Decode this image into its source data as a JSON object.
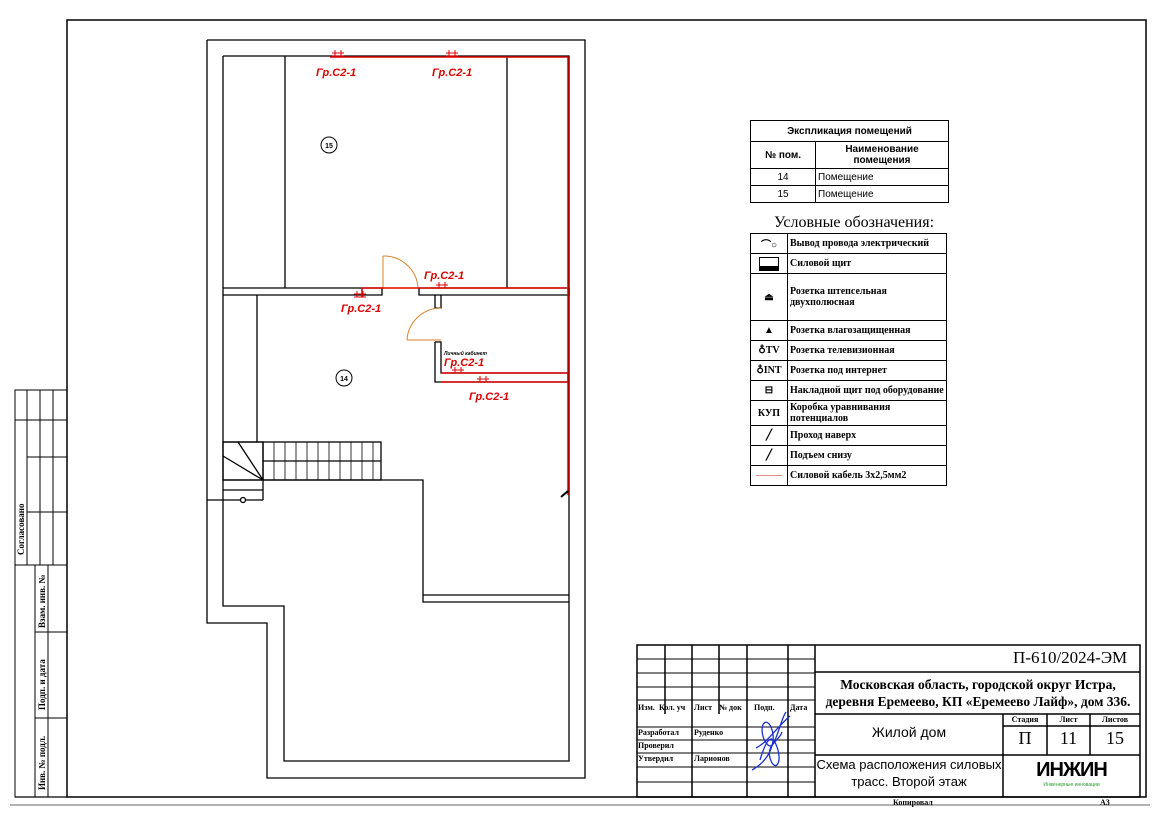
{
  "plan": {
    "group_label": "Гр.С2-1",
    "rooms": [
      {
        "number": "15"
      },
      {
        "number": "14"
      }
    ],
    "small_label": "Личный кабинет"
  },
  "explication": {
    "title": "Экспликация помещений",
    "col_number": "№ пом.",
    "col_name": "Наименование помещения",
    "rows": [
      {
        "number": "14",
        "name": "Помещение"
      },
      {
        "number": "15",
        "name": "Помещение"
      }
    ]
  },
  "legend": {
    "title": "Условные обозначения:",
    "items": [
      {
        "icon": "wire-outlet-icon",
        "symbol": "⌒○",
        "label": "Вывод провода электрический"
      },
      {
        "icon": "power-panel-icon",
        "symbol": "▬",
        "label": "Силовой щит"
      },
      {
        "icon": "socket-icon",
        "symbol": "⏏",
        "label": "Розетка штепсельная двухполюсная"
      },
      {
        "icon": "waterproof-socket-icon",
        "symbol": "▲",
        "label": "Розетка влагозащищенная"
      },
      {
        "icon": "tv-socket-icon",
        "symbol": "♁TV",
        "label": "Розетка телевизионная"
      },
      {
        "icon": "internet-socket-icon",
        "symbol": "♁INT",
        "label": "Розетка под интернет"
      },
      {
        "icon": "surface-panel-icon",
        "symbol": "⊟",
        "label": "Накладной щит под оборудование"
      },
      {
        "icon": "potential-box-icon",
        "symbol": "КУП",
        "label": "Коробка уравнивания потенциалов"
      },
      {
        "icon": "pass-up-icon",
        "symbol": "╱",
        "label": "Проход наверх"
      },
      {
        "icon": "rise-from-below-icon",
        "symbol": "╱",
        "label": "Подъем снизу"
      },
      {
        "icon": "power-cable-icon",
        "symbol": "",
        "label": "Силовой кабель 3х2,5мм2"
      }
    ]
  },
  "title_block": {
    "code": "П-610/2024-ЭМ",
    "address": "Московская область, городской округ Истра, деревня Еремеево, КП «Еремеево Лайф», дом 336.",
    "object": "Жилой дом",
    "sheet_title": "Схема расположения силовых трасс. Второй этаж",
    "headers": {
      "izm": "Изм.",
      "kol": "Кол. уч",
      "list": "Лист",
      "ndok": "№ док",
      "podp": "Подп.",
      "data": "Дата"
    },
    "roles": [
      {
        "role": "Разработал",
        "name": "Руденко"
      },
      {
        "role": "Проверил",
        "name": ""
      },
      {
        "role": "Утвердил",
        "name": "Ларионов"
      }
    ],
    "stage_label": "Стадия",
    "sheet_label": "Лист",
    "sheets_label": "Листов",
    "stage": "П",
    "sheet": "11",
    "sheets": "15",
    "logo": "ИНЖИН",
    "logo_sub": "Инженерные инновации",
    "copied": "Копировал",
    "format": "А3"
  },
  "side_stamp": {
    "agreed": "Согласовано",
    "inv_replace": "Взам. инв. №",
    "sign_date": "Подп. и дата",
    "inv_orig": "Инв. № подл."
  },
  "colors": {
    "cable": "#dd0000",
    "door": "#d9822b",
    "signature": "#1a2fd0",
    "logo_green": "#2a9d2a"
  }
}
